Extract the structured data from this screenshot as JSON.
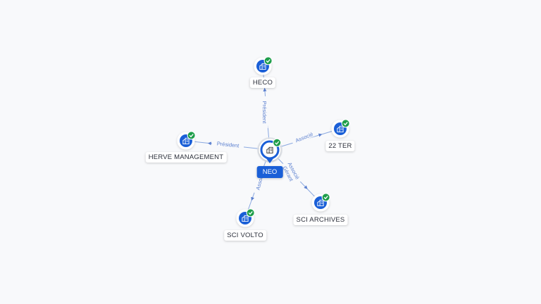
{
  "colors": {
    "background": "#f8f9fb",
    "node_fill": "#1a5fd7",
    "check_badge": "#1e9e4a",
    "edge": "#8aa8e0",
    "edge_label": "#5a7fcf"
  },
  "center": {
    "label": "NEO",
    "icon": "building-icon",
    "verified": true
  },
  "nodes": [
    {
      "id": "heco",
      "label": "HECO",
      "icon": "building-icon",
      "verified": true
    },
    {
      "id": "22ter",
      "label": "22 TER",
      "icon": "building-icon",
      "verified": true
    },
    {
      "id": "herve",
      "label": "HERVE MANAGEMENT",
      "icon": "building-icon",
      "verified": true
    },
    {
      "id": "volto",
      "label": "SCI VOLTO",
      "icon": "building-icon",
      "verified": true
    },
    {
      "id": "archives",
      "label": "SCI ARCHIVES",
      "icon": "building-icon",
      "verified": true
    }
  ],
  "edges": [
    {
      "to": "heco",
      "labels": [
        "Président"
      ]
    },
    {
      "to": "22ter",
      "labels": [
        "Associé"
      ]
    },
    {
      "to": "herve",
      "labels": [
        "Président"
      ]
    },
    {
      "to": "volto",
      "labels": [
        "Associé"
      ]
    },
    {
      "to": "archives",
      "labels": [
        "Gérant",
        "Associé"
      ]
    }
  ]
}
